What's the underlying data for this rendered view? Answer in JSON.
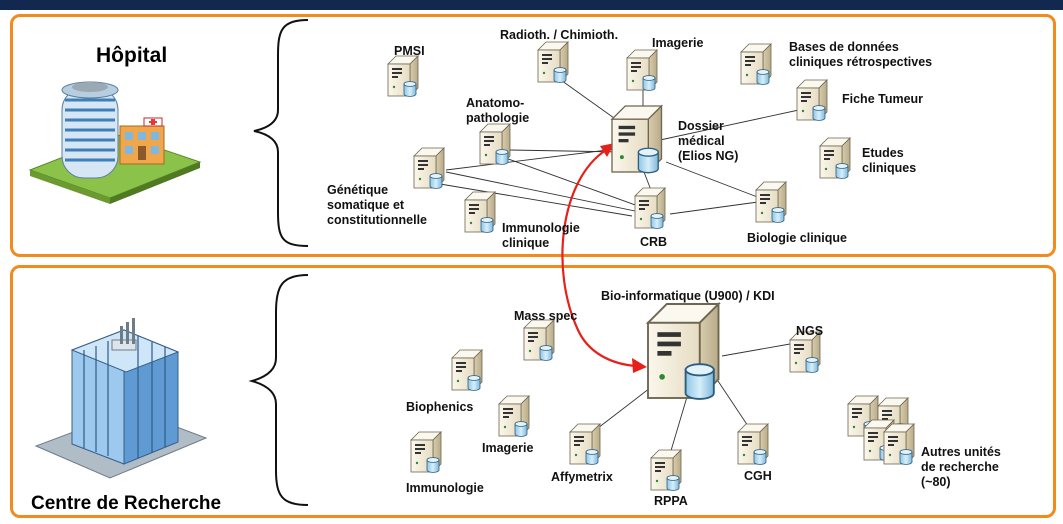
{
  "sites": {
    "hopital": {
      "title": "Hôpital"
    },
    "centre": {
      "title": "Centre de Recherche"
    }
  },
  "hopital_nodes": {
    "pmsi": "PMSI",
    "radiotherapie": "Radioth. / Chimioth.",
    "imagerie": "Imagerie",
    "bases_donnees": [
      "Bases de données",
      "cliniques rétrospectives"
    ],
    "anatomo": [
      "Anatomo-",
      "pathologie"
    ],
    "dossier": [
      "Dossier",
      "médical",
      "(Elios NG)"
    ],
    "fiche_tumeur": "Fiche Tumeur",
    "etudes": [
      "Etudes",
      "cliniques"
    ],
    "genetique": [
      "Génétique",
      "somatique et",
      "constitutionnelle"
    ],
    "immuno_clinique": [
      "Immunologie",
      "clinique"
    ],
    "crb": "CRB",
    "biologie": "Biologie clinique"
  },
  "recherche_nodes": {
    "bioinfo": "Bio-informatique (U900) / KDI",
    "mass_spec": "Mass spec",
    "ngs": "NGS",
    "biophenics": "Biophenics",
    "imagerie": "Imagerie",
    "immunologie": "Immunologie",
    "affymetrix": "Affymetrix",
    "rppa": "RPPA",
    "cgh": "CGH",
    "autres": [
      "Autres unités",
      "de recherche",
      "(~80)"
    ]
  },
  "colors": {
    "panel_border": "#f28a1c",
    "top_bar": "#12284f",
    "arrow": "#e8201a",
    "server_body": "#f1ead6",
    "disk": "#bfe0f2"
  }
}
